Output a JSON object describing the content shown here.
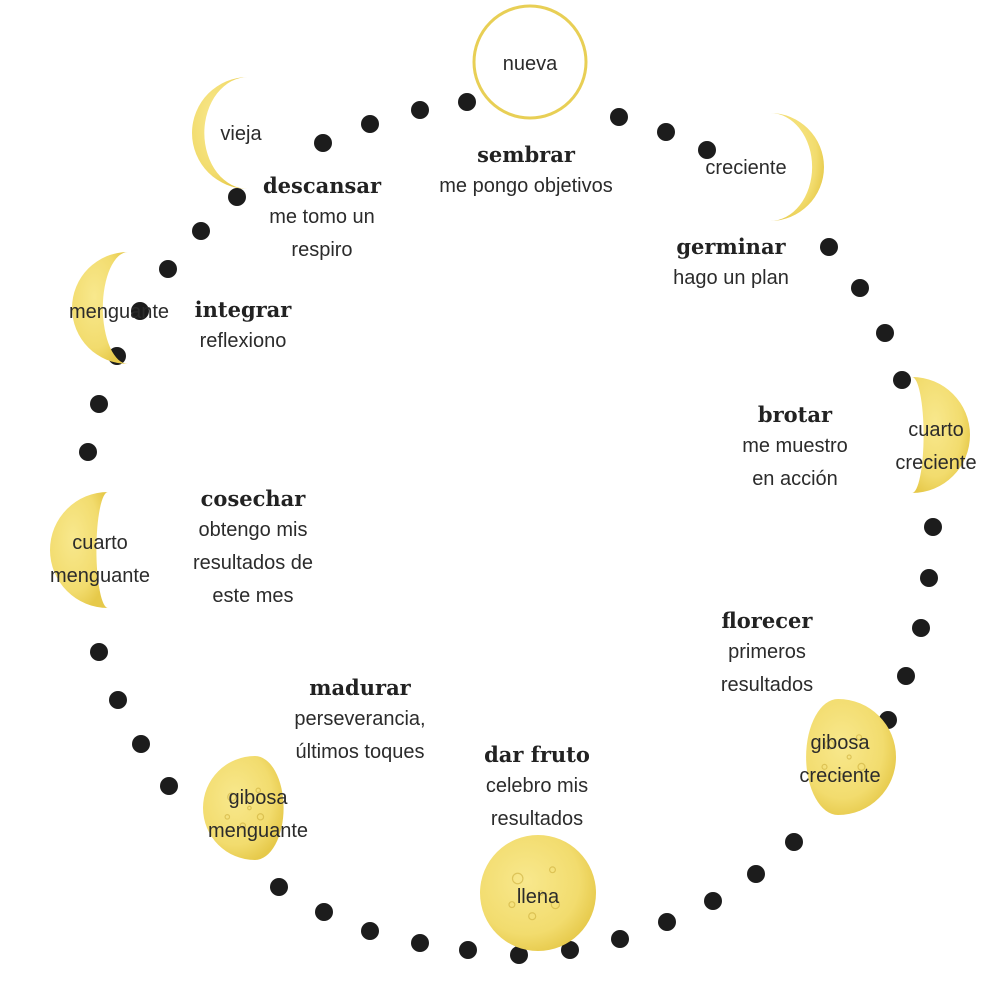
{
  "colors": {
    "moon_fill": "#f2dc6e",
    "moon_shade": "#e6c94a",
    "moon_outline": "#e8cf55",
    "dot": "#1c1c1c"
  },
  "phases": [
    {
      "id": "nueva",
      "label": "nueva"
    },
    {
      "id": "creciente",
      "label": "creciente"
    },
    {
      "id": "cuarto-creciente",
      "label_lines": [
        "cuarto",
        "creciente"
      ]
    },
    {
      "id": "gibosa-creciente",
      "label_lines": [
        "gibosa",
        "creciente"
      ]
    },
    {
      "id": "llena",
      "label": "llena"
    },
    {
      "id": "gibosa-menguante",
      "label_lines": [
        "gibosa",
        "menguante"
      ]
    },
    {
      "id": "cuarto-menguante",
      "label_lines": [
        "cuarto",
        "menguante"
      ]
    },
    {
      "id": "menguante",
      "label": "menguante"
    },
    {
      "id": "vieja",
      "label": "vieja"
    }
  ],
  "stages": [
    {
      "id": "sembrar",
      "title": "sembrar",
      "lines": [
        "me pongo objetivos"
      ]
    },
    {
      "id": "germinar",
      "title": "germinar",
      "lines": [
        "hago un plan"
      ]
    },
    {
      "id": "brotar",
      "title": "brotar",
      "lines": [
        "me muestro",
        "en acción"
      ]
    },
    {
      "id": "florecer",
      "title": "florecer",
      "lines": [
        "primeros",
        "resultados"
      ]
    },
    {
      "id": "dar-fruto",
      "title": "dar fruto",
      "lines": [
        "celebro mis",
        "resultados"
      ]
    },
    {
      "id": "madurar",
      "title": "madurar",
      "lines": [
        "perseverancia,",
        "últimos toques"
      ]
    },
    {
      "id": "cosechar",
      "title": "cosechar",
      "lines": [
        "obtengo mis",
        "resultados de",
        "este mes"
      ]
    },
    {
      "id": "integrar",
      "title": "integrar",
      "lines": [
        "reflexiono"
      ]
    },
    {
      "id": "descansar",
      "title": "descansar",
      "lines": [
        "me tomo un",
        "respiro"
      ]
    }
  ]
}
